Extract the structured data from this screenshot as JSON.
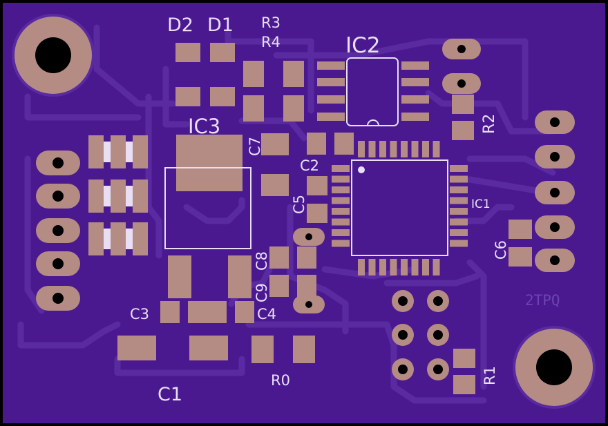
{
  "board": {
    "colors": {
      "background": "#000000",
      "mask": "#4a1990",
      "trace": "#5a2aa0",
      "copper": "#b48c84",
      "silkscreen": "#e9dff5",
      "drill": "#000000"
    },
    "labels": {
      "d2": "D2",
      "d1": "D1",
      "r3": "R3",
      "r4": "R4",
      "ic2": "IC2",
      "r2": "R2",
      "ic3": "IC3",
      "c7": "C7",
      "c2": "C2",
      "c5": "C5",
      "ic1": "IC1",
      "c6": "C6",
      "c8": "C8",
      "c9": "C9",
      "c3": "C3",
      "c4": "C4",
      "r0": "R0",
      "r1": "R1",
      "c1": "C1",
      "mark": "2TPQ"
    }
  }
}
